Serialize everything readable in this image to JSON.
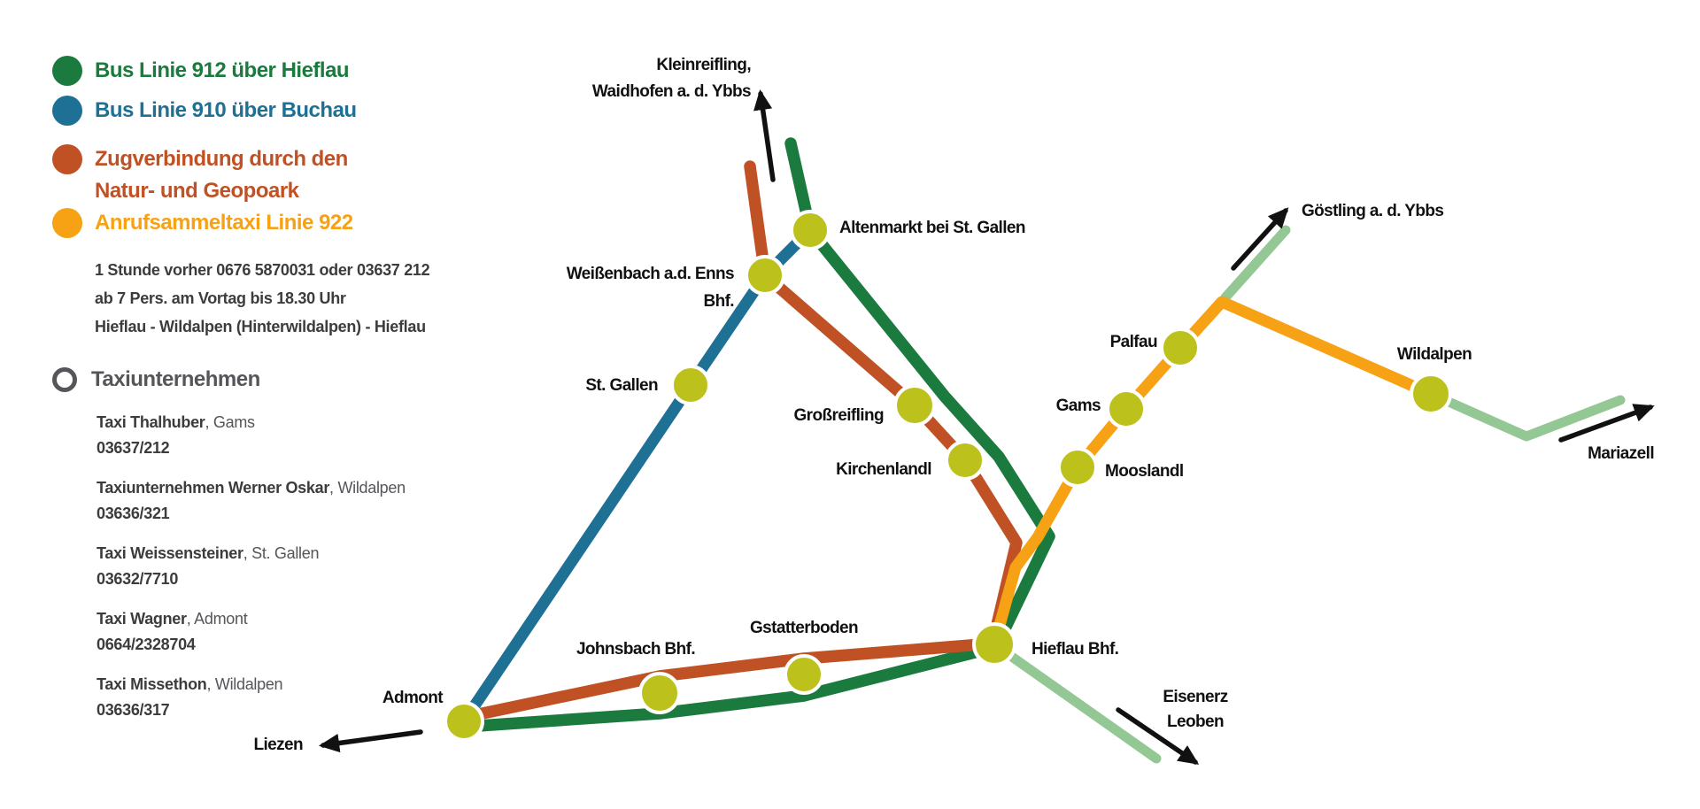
{
  "palette": {
    "line_green": "#1b7a3d",
    "line_blue": "#1f7095",
    "line_rust": "#c05125",
    "line_orange": "#f7a114",
    "line_lightgreen": "#93c793",
    "node_fill": "#bcc11c",
    "node_ring": "#ffffff",
    "label_black": "#111111",
    "text_dark": "#3c3c3e",
    "text_gray": "#55555a"
  },
  "legend": {
    "items": [
      {
        "id": "bus-912",
        "label": "Bus Linie 912 über Hieflau"
      },
      {
        "id": "bus-910",
        "label": "Bus Linie 910 über Buchau"
      },
      {
        "id": "zug",
        "label_lines": [
          "Zugverbindung durch den",
          "Natur- und Geopoark"
        ]
      },
      {
        "id": "ast-922",
        "label": "Anrufsammeltaxi Linie 922"
      }
    ],
    "ast_notes": [
      "1 Stunde vorher 0676 5870031 oder 03637 212",
      "ab 7 Pers. am Vortag bis 18.30 Uhr",
      "Hieflau - Wildalpen (Hinterwildalpen) - Hieflau"
    ]
  },
  "taxi": {
    "heading": "Taxiunternehmen",
    "companies": [
      {
        "name": "Taxi Thalhuber",
        "place": "Gams",
        "phone": "03637/212"
      },
      {
        "name": "Taxiunternehmen Werner Oskar",
        "place": "Wildalpen",
        "phone": "03636/321"
      },
      {
        "name": "Taxi Weissensteiner",
        "place": "St. Gallen",
        "phone": "03632/7710"
      },
      {
        "name": "Taxi Wagner",
        "place": "Admont",
        "phone": "0664/2328704"
      },
      {
        "name": "Taxi Missethon",
        "place": "Wildalpen",
        "phone": "03636/317"
      }
    ]
  },
  "map": {
    "stations": [
      {
        "id": "altenmarkt",
        "label": "Altenmarkt bei St. Gallen"
      },
      {
        "id": "weissenbach",
        "label_lines": [
          "Weißenbach a.d. Enns",
          "Bhf."
        ]
      },
      {
        "id": "st-gallen",
        "label": "St. Gallen"
      },
      {
        "id": "grossreifling",
        "label": "Großreifling"
      },
      {
        "id": "kirchenlandl",
        "label": "Kirchenlandl"
      },
      {
        "id": "mooslandl",
        "label": "Mooslandl"
      },
      {
        "id": "gams",
        "label": "Gams"
      },
      {
        "id": "palfau",
        "label": "Palfau"
      },
      {
        "id": "wildalpen",
        "label": "Wildalpen"
      },
      {
        "id": "hieflau",
        "label": "Hieflau Bhf."
      },
      {
        "id": "gstatterboden",
        "label": "Gstatterboden"
      },
      {
        "id": "johnsbach",
        "label": "Johnsbach Bhf."
      },
      {
        "id": "admont",
        "label": "Admont"
      }
    ],
    "destinations": [
      {
        "id": "kleinreifling",
        "label_lines": [
          "Kleinreifling,",
          "Waidhofen a. d. Ybbs"
        ]
      },
      {
        "id": "goestling",
        "label": "Göstling a. d. Ybbs"
      },
      {
        "id": "mariazell",
        "label": "Mariazell"
      },
      {
        "id": "eisenerz",
        "label_lines": [
          "Eisenerz",
          "Leoben"
        ]
      },
      {
        "id": "liezen",
        "label": "Liezen"
      }
    ]
  }
}
